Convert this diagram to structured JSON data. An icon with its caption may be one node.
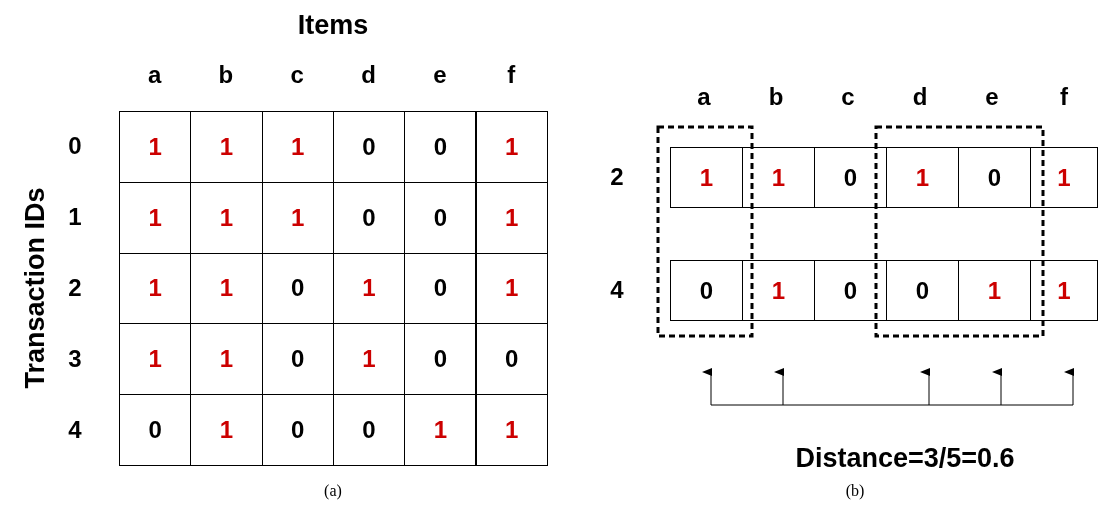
{
  "diagram": {
    "labels": [
      "Items",
      "a",
      "b",
      "c",
      "d",
      "e",
      "f",
      "0",
      "1",
      "1",
      "1",
      "0",
      "0",
      "1",
      "1",
      "1",
      "1",
      "1",
      "0",
      "0",
      "1",
      "2",
      "1",
      "1",
      "0",
      "1",
      "0",
      "1",
      "3",
      "1",
      "1",
      "0",
      "1",
      "0",
      "0",
      "4",
      "0",
      "1",
      "0",
      "0",
      "1",
      "1",
      "Transaction IDs",
      "(a)",
      "a",
      "b",
      "c",
      "d",
      "e",
      "f",
      "2",
      "1",
      "1",
      "0",
      "1",
      "0",
      "1",
      "4",
      "0",
      "1",
      "0",
      "0",
      "1",
      "1",
      "Distance=3/5=0.6",
      "(b)"
    ]
  }
}
